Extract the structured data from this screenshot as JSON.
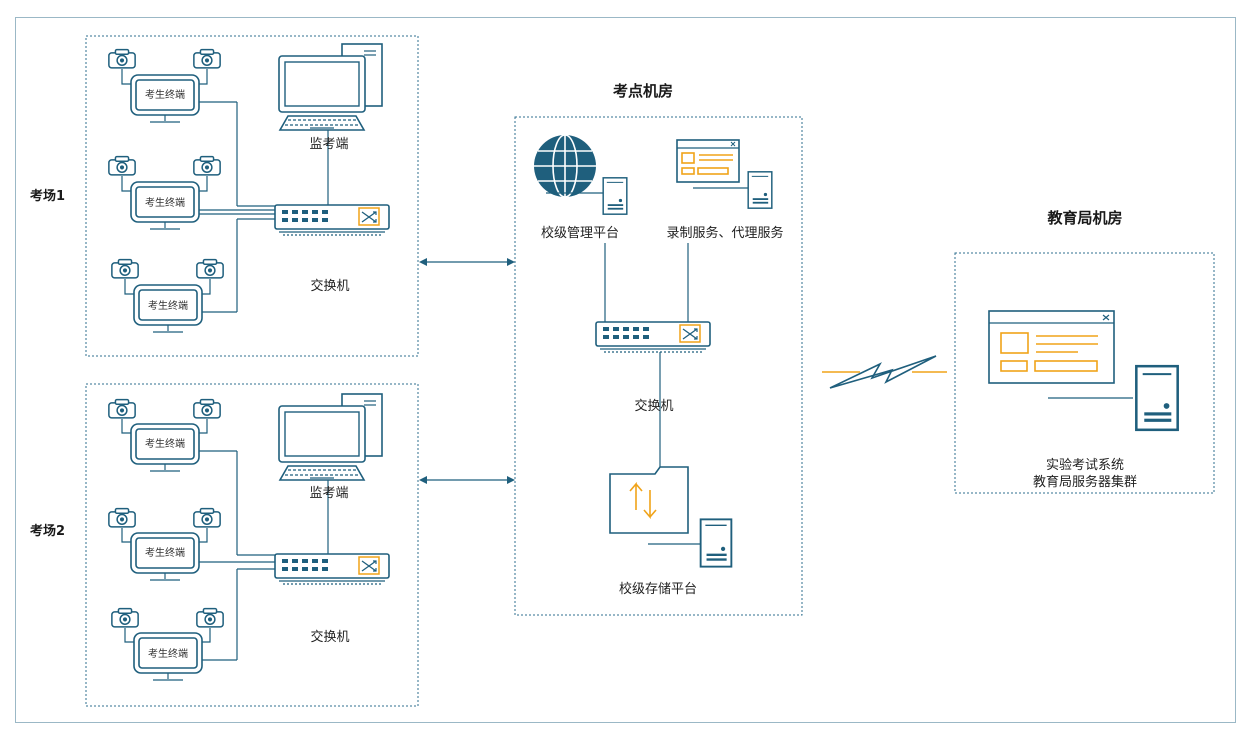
{
  "exam_room_1": {
    "label": "考场1",
    "terminals": [
      "考生终端",
      "考生终端",
      "考生终端"
    ],
    "monitor_label": "监考端",
    "switch_label": "交换机"
  },
  "exam_room_2": {
    "label": "考场2",
    "terminals": [
      "考生终端",
      "考生终端",
      "考生终端"
    ],
    "monitor_label": "监考端",
    "switch_label": "交换机"
  },
  "site_room": {
    "title": "考点机房",
    "platform_label": "校级管理平台",
    "recording_label": "录制服务、代理服务",
    "switch_label": "交换机",
    "storage_label": "校级存储平台"
  },
  "bureau_room": {
    "title": "教育局机房",
    "cluster_line1": "实验考试系统",
    "cluster_line2": "教育局服务器集群"
  },
  "colors": {
    "device": "#1f5f7d",
    "accent": "#f0a319",
    "border": "#2f6f8f"
  }
}
